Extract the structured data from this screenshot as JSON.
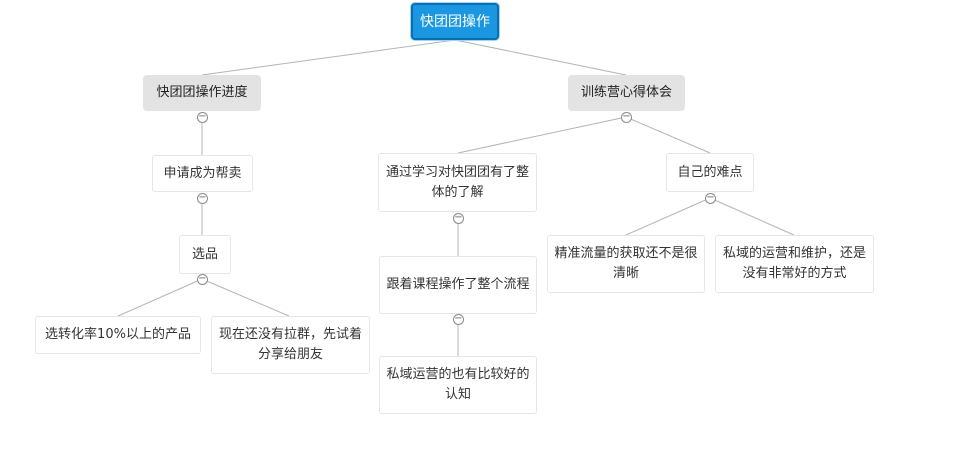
{
  "colors": {
    "root_bg": "#1a97e0",
    "main_bg": "#e3e3e3",
    "line": "#b4b4b4"
  },
  "icons": {
    "toggle": "minus-circle-icon"
  },
  "root": {
    "label": "快团团操作"
  },
  "branches": {
    "progress": {
      "label": "快团团操作进度",
      "apply": "申请成为帮卖",
      "select": "选品",
      "product": "选转化率10%以上的产品",
      "share": "现在还没有拉群，先试着分享给朋友"
    },
    "camp": {
      "label": "训练营心得体会",
      "learn": "通过学习对快团团有了整体的了解",
      "follow": "跟着课程操作了整个流程",
      "private": "私域运营的也有比较好的认知",
      "difficulty": "自己的难点",
      "traffic": "精准流量的获取还不是很清晰",
      "operate": "私域的运营和维护，还是没有非常好的方式"
    }
  },
  "toggle_symbol": "−"
}
